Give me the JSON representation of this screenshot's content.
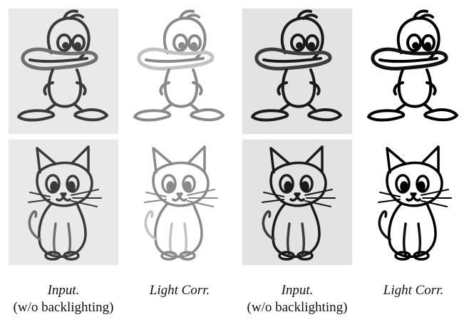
{
  "figure": {
    "captions": [
      {
        "title": "Input.",
        "subtitle": "(w/o backlighting)"
      },
      {
        "title": "Light Corr.",
        "subtitle": ""
      },
      {
        "title": "Input.",
        "subtitle": "(w/o backlighting)"
      },
      {
        "title": "Light Corr.",
        "subtitle": ""
      }
    ],
    "rows": [
      {
        "subject": "duck-drawing"
      },
      {
        "subject": "cat-drawing"
      }
    ],
    "panel_styles": [
      {
        "background": "#e9e9e9",
        "stroke": "#3a3a3a",
        "accent": "#6f6f6f"
      },
      {
        "background": "#ffffff",
        "stroke": "#8a8a8a",
        "accent": "#c2c2c2"
      },
      {
        "background": "#e3e3e3",
        "stroke": "#1a1a1a",
        "accent": "#3c3c3c"
      },
      {
        "background": "#ffffff",
        "stroke": "#000000",
        "accent": "#111111"
      }
    ]
  }
}
